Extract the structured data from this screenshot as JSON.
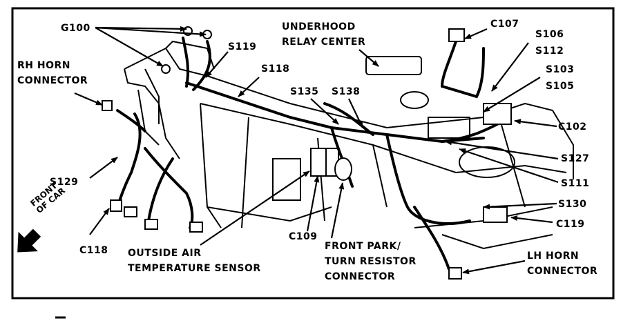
{
  "diagram": {
    "labels": {
      "g100": "G100",
      "s119": "S119",
      "underhood_relay_center": [
        "UNDERHOOD",
        "RELAY CENTER"
      ],
      "c107": "C107",
      "s106": "S106",
      "s112": "S112",
      "rh_horn_connector": [
        "RH HORN",
        "CONNECTOR"
      ],
      "s118": "S118",
      "s103": "S103",
      "s105": "S105",
      "s135": "S135",
      "s138": "S138",
      "c102": "C102",
      "s127": "S127",
      "s129": "S129",
      "s111": "S111",
      "s130": "S130",
      "front_of_car": [
        "FRONT",
        "OF CAR"
      ],
      "c119": "C119",
      "c118": "C118",
      "outside_air_temperature_sensor": [
        "OUTSIDE AIR",
        "TEMPERATURE SENSOR"
      ],
      "c109": "C109",
      "front_park_turn_resistor_connector": [
        "FRONT PARK/",
        "TURN RESISTOR",
        "CONNECTOR"
      ],
      "lh_horn_connector": [
        "LH HORN",
        "CONNECTOR"
      ]
    }
  }
}
